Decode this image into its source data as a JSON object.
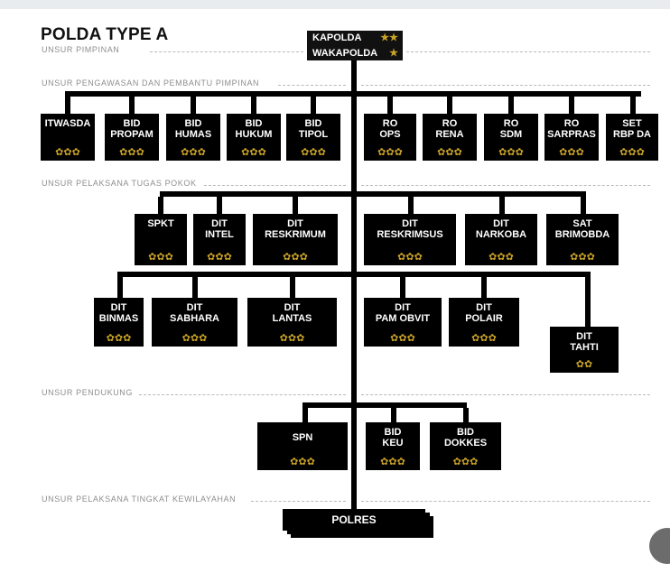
{
  "title": "POLDA TYPE A",
  "sections": {
    "pimpinan": "UNSUR PIMPINAN",
    "pengawasan": "UNSUR PENGAWASAN DAN PEMBANTU PIMPINAN",
    "pelaksana": "UNSUR PELAKSANA TUGAS POKOK",
    "pendukung": "UNSUR PENDUKUNG",
    "kewilayahan": "UNSUR PELAKSANA TINGKAT KEWILAYAHAN"
  },
  "leaders": [
    {
      "label": "KAPOLDA",
      "stars": "★★"
    },
    {
      "label": "WAKAPOLDA",
      "stars": "★"
    }
  ],
  "row1": [
    {
      "label": "ITWASDA",
      "rank": "✿✿✿"
    },
    {
      "label": "BID\nPROPAM",
      "rank": "✿✿✿"
    },
    {
      "label": "BID\nHUMAS",
      "rank": "✿✿✿"
    },
    {
      "label": "BID\nHUKUM",
      "rank": "✿✿✿"
    },
    {
      "label": "BID\nTIPOL",
      "rank": "✿✿✿"
    },
    {
      "label": "RO\nOPS",
      "rank": "✿✿✿"
    },
    {
      "label": "RO\nRENA",
      "rank": "✿✿✿"
    },
    {
      "label": "RO\nSDM",
      "rank": "✿✿✿"
    },
    {
      "label": "RO\nSARPRAS",
      "rank": "✿✿✿"
    },
    {
      "label": "SET\nRBP DA",
      "rank": "✿✿✿"
    }
  ],
  "row2": [
    {
      "label": "SPKT",
      "rank": "✿✿✿"
    },
    {
      "label": "DIT\nINTEL",
      "rank": "✿✿✿"
    },
    {
      "label": "DIT\nRESKRIMUM",
      "rank": "✿✿✿"
    },
    {
      "label": "DIT\nRESKRIMSUS",
      "rank": "✿✿✿"
    },
    {
      "label": "DIT\nNARKOBA",
      "rank": "✿✿✿"
    },
    {
      "label": "SAT\nBRIMOBDA",
      "rank": "✿✿✿"
    }
  ],
  "row3": [
    {
      "label": "DIT\nBINMAS",
      "rank": "✿✿✿"
    },
    {
      "label": "DIT\nSABHARA",
      "rank": "✿✿✿"
    },
    {
      "label": "DIT\nLANTAS",
      "rank": "✿✿✿"
    },
    {
      "label": "DIT\nPAM OBVIT",
      "rank": "✿✿✿"
    },
    {
      "label": "DIT\nPOLAIR",
      "rank": "✿✿✿"
    },
    {
      "label": "DIT\nTAHTI",
      "rank": "✿✿"
    }
  ],
  "row4": [
    {
      "label": "SPN",
      "rank": "✿✿✿"
    },
    {
      "label": "BID\nKEU",
      "rank": "✿✿✿"
    },
    {
      "label": "BID\nDOKKES",
      "rank": "✿✿✿"
    }
  ],
  "bottom": "POLRES"
}
